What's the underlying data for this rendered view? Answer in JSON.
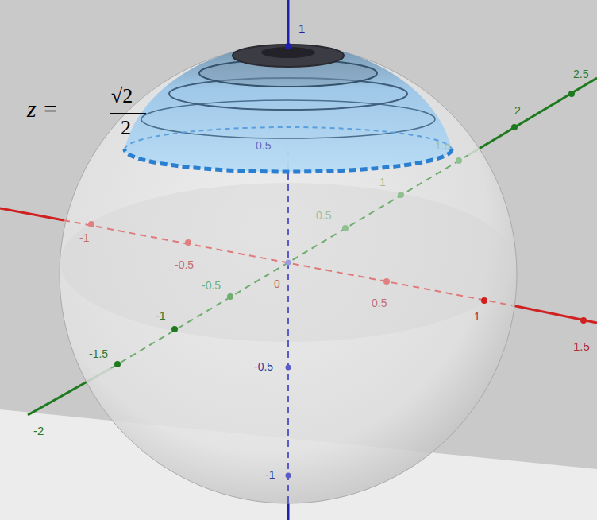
{
  "diagram": {
    "labels": [
      "z =",
      "√2",
      "2",
      "1",
      "0.5",
      "-0.5",
      "-1",
      "-1",
      "-0.5",
      "0",
      "0.5",
      "1",
      "1.5",
      "2.5",
      "2",
      "1.5",
      "1",
      "0.5",
      "-0.5",
      "-1",
      "-1.5",
      "-2"
    ]
  }
}
